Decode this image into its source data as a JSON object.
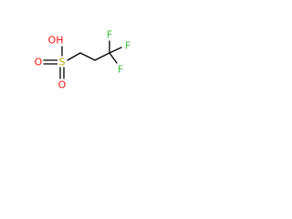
{
  "molecule": {
    "atoms": {
      "hydroxyl": "OH",
      "sulfur": "S",
      "oxygen_double": "O",
      "fluorine_top": "F",
      "fluorine_right": "F",
      "fluorine_bottom": "F"
    },
    "colors": {
      "oxygen": "#ff0d0d",
      "sulfur": "#b8a200",
      "fluorine": "#38c038",
      "bond": "#000000"
    }
  }
}
